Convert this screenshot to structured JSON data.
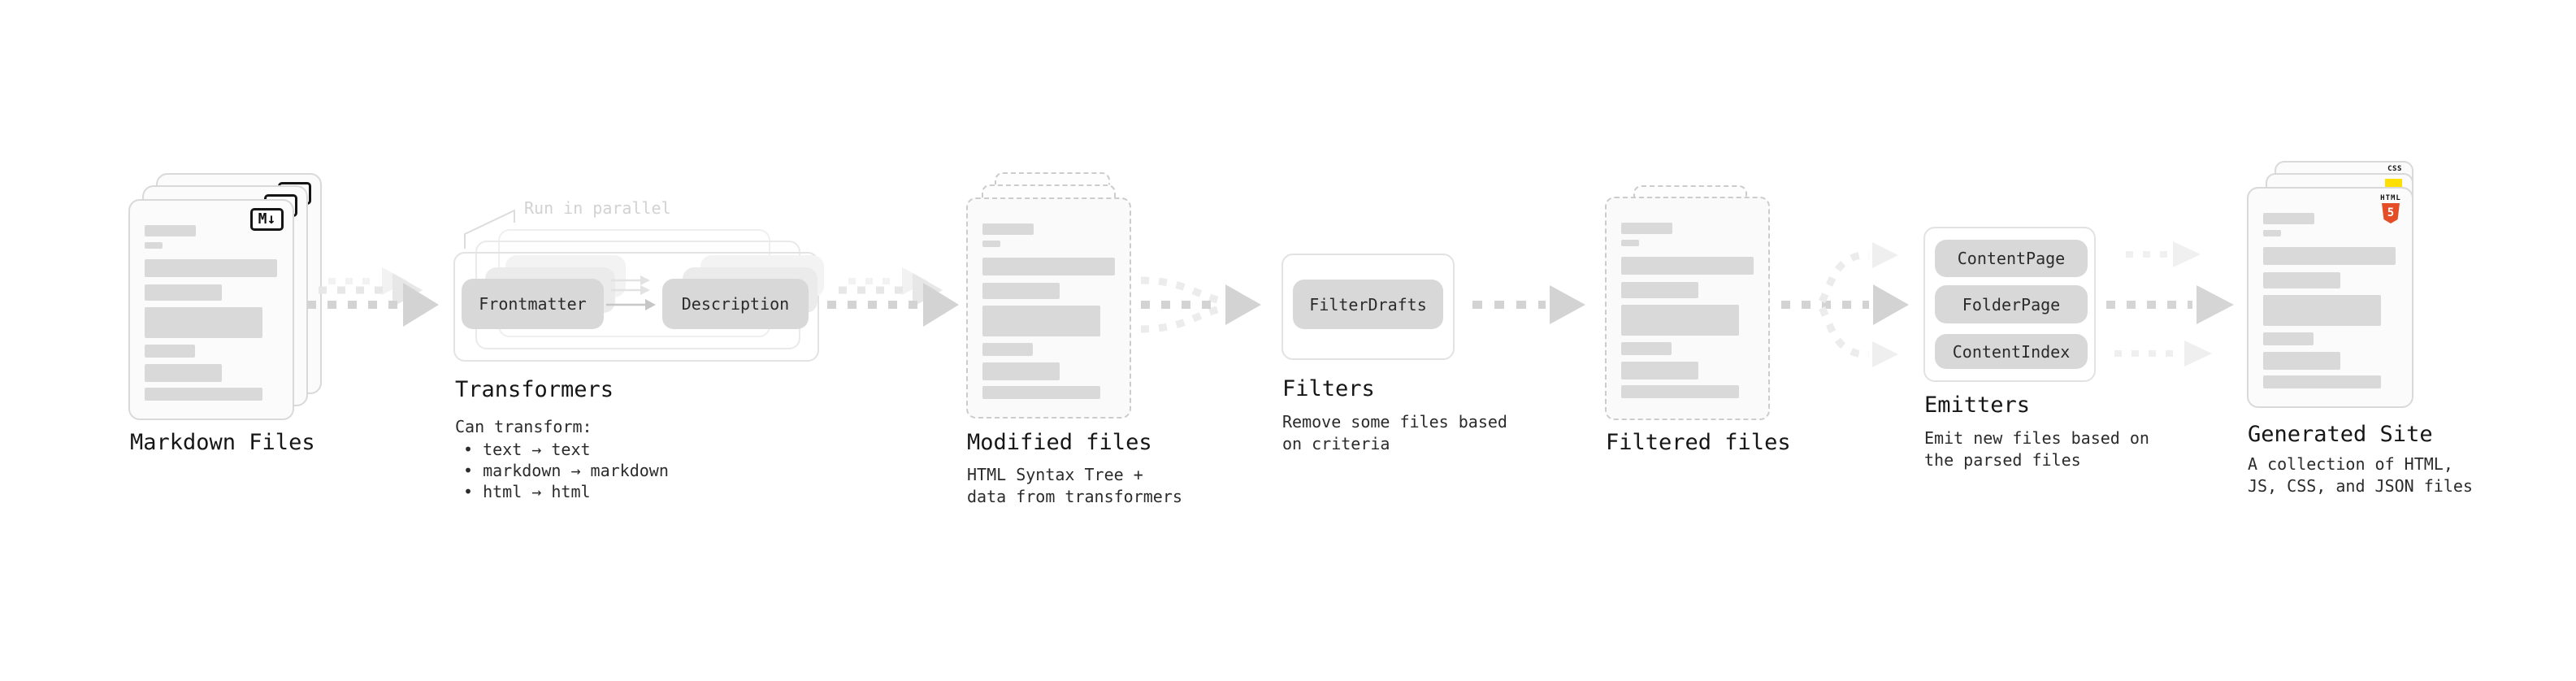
{
  "colors": {
    "html5_orange": "#e44d26",
    "css_blue": "#2e6bf0",
    "js_yellow": "#ffdf00"
  },
  "stages": {
    "markdown": {
      "title": "Markdown Files",
      "badge": "M↓"
    },
    "transformers": {
      "title": "Transformers",
      "parallel_note": "Run in parallel",
      "pill_frontmatter": "Frontmatter",
      "pill_description": "Description",
      "heading": "Can transform:",
      "bullets": [
        "• text → text",
        "• markdown → markdown",
        "• html → html"
      ]
    },
    "modified": {
      "title": "Modified files",
      "subtitle": [
        "HTML Syntax Tree +",
        "data from transformers"
      ]
    },
    "filters": {
      "title": "Filters",
      "pill": "FilterDrafts",
      "subtitle": [
        "Remove some files based",
        "on criteria"
      ]
    },
    "filtered": {
      "title": "Filtered files"
    },
    "emitters": {
      "title": "Emitters",
      "pills": [
        "ContentPage",
        "FolderPage",
        "ContentIndex"
      ],
      "subtitle": [
        "Emit new files based on",
        "the parsed files"
      ]
    },
    "generated": {
      "title": "Generated Site",
      "subtitle": [
        "A collection of HTML,",
        "JS, CSS, and JSON files"
      ],
      "css_badge": "CSS",
      "html_badge": "HTML",
      "html_number": "5"
    }
  }
}
